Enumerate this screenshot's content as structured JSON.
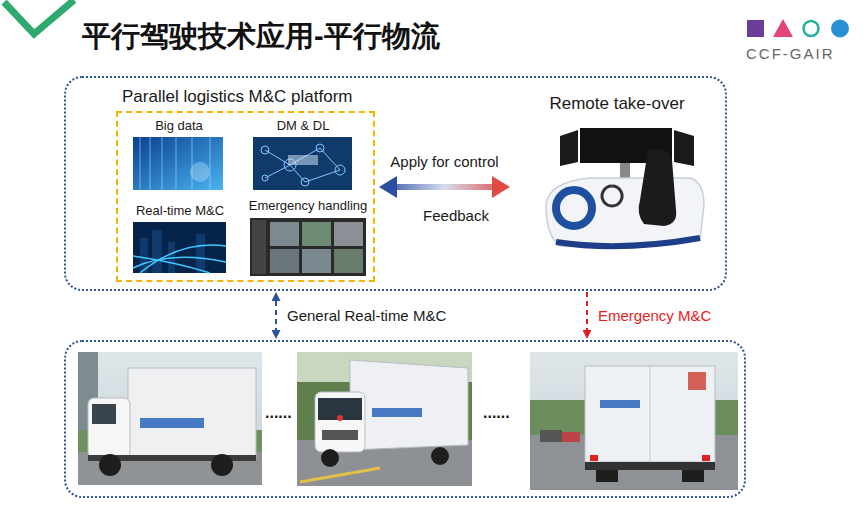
{
  "diagram": {
    "title": "平行驾驶技术应用-平行物流",
    "nodes": [
      {
        "text": []
      },
      {
        "text": [
          "Parallel logistics M&C platform"
        ],
        "in": 0
      },
      {
        "text": [
          "Big data"
        ],
        "in": 1
      },
      {
        "text": [
          "DM & DL"
        ],
        "in": 1
      },
      {
        "text": [
          "Real-time M&C"
        ],
        "in": 1
      },
      {
        "text": [
          "Emergency handling"
        ],
        "in": 1
      },
      {
        "text": [
          "Remote take-over"
        ],
        "in": 0
      },
      {
        "text": []
      }
    ],
    "edges": [
      {
        "from": 1,
        "to": 6,
        "arrow": "both",
        "label": "Apply for control"
      },
      {
        "from": 0,
        "to": 7,
        "arrow": "both",
        "label": "General Real-time M&C"
      },
      {
        "from": 0,
        "to": 7,
        "arrow": "to",
        "label": "Emergency M&C"
      }
    ],
    "labels": [
      "Feedback",
      "......",
      "......",
      "CCF-GAIR"
    ]
  }
}
